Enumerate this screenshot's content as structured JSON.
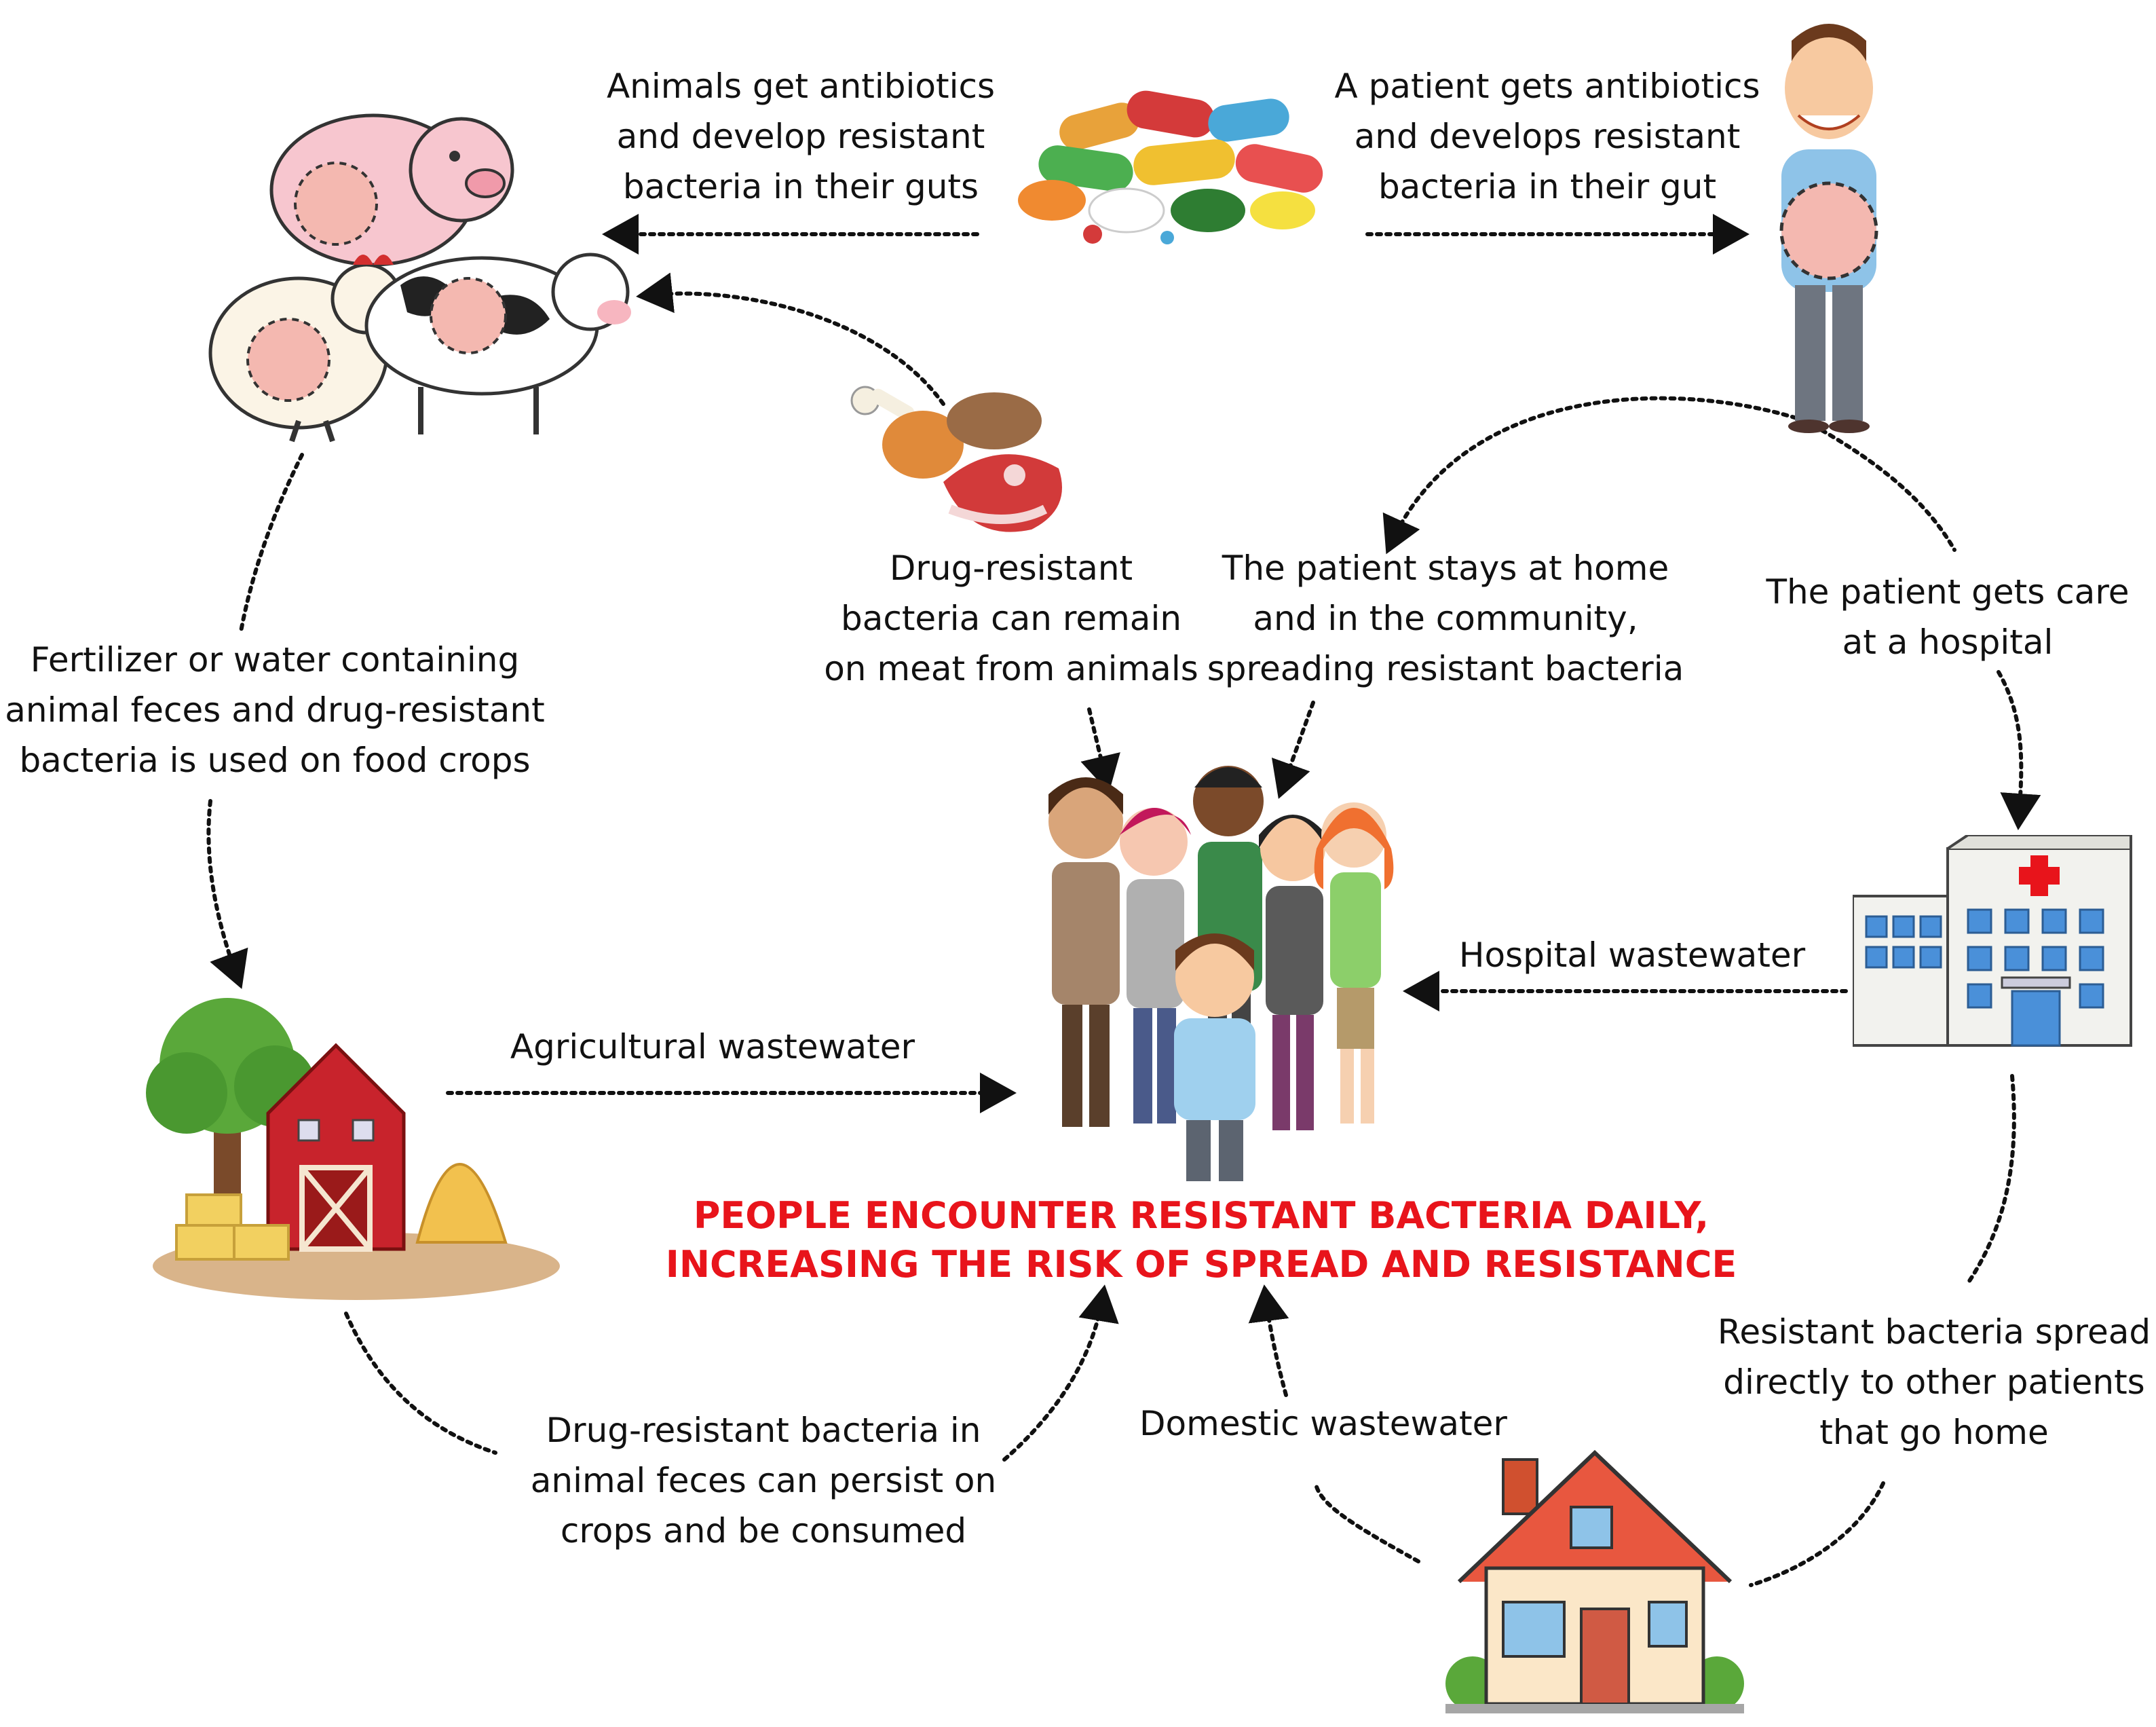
{
  "labels": {
    "animals_antibiotics": "Animals get antibiotics\nand develop resistant\nbacteria in their guts",
    "patient_antibiotics": "A patient gets antibiotics\nand develops resistant\nbacteria in their gut",
    "meat": "Drug-resistant\nbacteria can remain\non meat from animals",
    "community": "The patient stays at home\nand in the community,\nspreading resistant bacteria",
    "hospital_care": "The patient gets care\nat a hospital",
    "fertilizer": "Fertilizer or water containing\nanimal feces and drug-resistant\nbacteria is used on food crops",
    "hospital_wastewater": "Hospital wastewater",
    "agricultural_wastewater": "Agricultural wastewater",
    "crops": "Drug-resistant bacteria in\nanimal feces can persist on\ncrops and be consumed",
    "domestic_wastewater": "Domestic wastewater",
    "spread_patients": "Resistant bacteria spread\ndirectly to other patients\nthat go home"
  },
  "headline": "PEOPLE ENCOUNTER RESISTANT BACTERIA DAILY,\nINCREASING THE RISK OF SPREAD AND RESISTANCE",
  "colors": {
    "headline": "#e8141b",
    "arrow": "#111111",
    "barn": "#c8232c",
    "hospital_wall": "#f2f2ee",
    "hospital_window": "#4a90d9",
    "house_roof": "#e8573f"
  }
}
